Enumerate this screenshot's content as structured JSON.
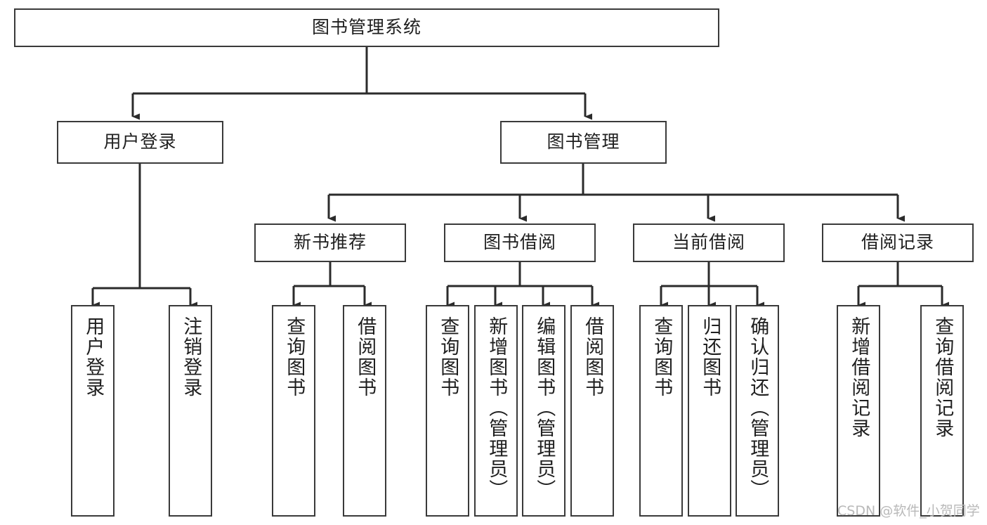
{
  "diagram": {
    "title": "图书管理系统",
    "type": "tree-hierarchy",
    "watermark": "CSDN @软件_小贺同学",
    "colors": {
      "box_border": "#3a3a3a",
      "box_fill": "#ffffff",
      "edge": "#2b2b2b",
      "text": "#1f1f1f",
      "watermark": "#b9b9b9",
      "background": "#ffffff"
    },
    "nodes": {
      "root": {
        "label": "图书管理系统"
      },
      "level1": [
        {
          "id": "user-login",
          "label": "用户登录"
        },
        {
          "id": "book-management",
          "label": "图书管理"
        }
      ],
      "level2": [
        {
          "id": "new-book-recommend",
          "label": "新书推荐"
        },
        {
          "id": "book-borrow",
          "label": "图书借阅"
        },
        {
          "id": "current-borrow",
          "label": "当前借阅"
        },
        {
          "id": "borrow-record",
          "label": "借阅记录"
        }
      ],
      "leaves": {
        "user_login": [
          {
            "id": "leaf-user-login",
            "label": "用户登录"
          },
          {
            "id": "leaf-logout-login",
            "label": "注销登录"
          }
        ],
        "new_book_recommend": [
          {
            "id": "leaf-query-book-1",
            "label": "查询图书"
          },
          {
            "id": "leaf-borrow-book-1",
            "label": "借阅图书"
          }
        ],
        "book_borrow": [
          {
            "id": "leaf-query-book-2",
            "label": "查询图书"
          },
          {
            "id": "leaf-add-book",
            "label": "新增图书（管理员）"
          },
          {
            "id": "leaf-edit-book",
            "label": "编辑图书（管理员）"
          },
          {
            "id": "leaf-borrow-book-2",
            "label": "借阅图书"
          }
        ],
        "current_borrow": [
          {
            "id": "leaf-query-book-3",
            "label": "查询图书"
          },
          {
            "id": "leaf-return-book",
            "label": "归还图书"
          },
          {
            "id": "leaf-confirm-return",
            "label": "确认归还（管理员）"
          }
        ],
        "borrow_record": [
          {
            "id": "leaf-add-borrow-record",
            "label": "新增借阅记录"
          },
          {
            "id": "leaf-query-borrow-record",
            "label": "查询借阅记录"
          }
        ]
      }
    }
  }
}
